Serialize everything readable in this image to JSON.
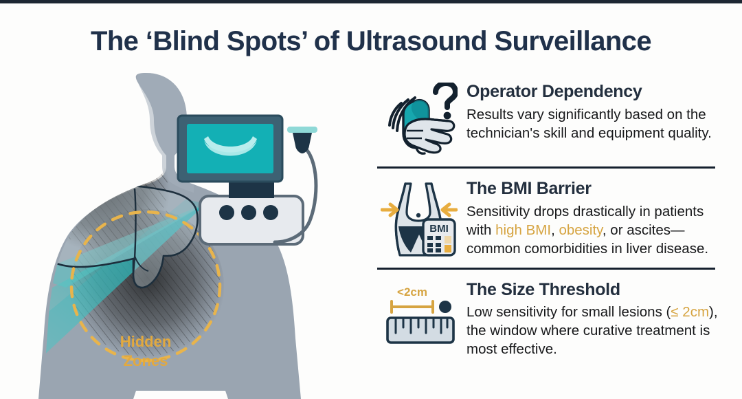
{
  "title": "The ‘Blind Spots’ of Ultrasound Surveillance",
  "colors": {
    "background": "#fdfdfc",
    "title": "#20314a",
    "heading": "#232f3e",
    "body_text": "#17181a",
    "highlight_gold": "#d6a441",
    "accent_teal": "#17a7ae",
    "deep_teal": "#0f8f97",
    "dark_navy": "#1d3446",
    "body_silhouette": "#9aa5b1",
    "divider": "#15202e"
  },
  "illustration": {
    "body_label": "patient-silhouette",
    "machine_label": "ultrasound-machine",
    "beam_label": "ultrasound-beam",
    "liver_label": "liver-outline",
    "hidden_zone_label_line1": "Hidden",
    "hidden_zone_label_line2": "Zones",
    "knob_count": 3
  },
  "sections": [
    {
      "id": "operator-dependency",
      "icon": "ultrasound-probe-hand-question-icon",
      "heading": "Operator Dependency",
      "body_parts": [
        {
          "text": "Results vary significantly based on the technician's skill and equipment quality.",
          "highlight": false
        }
      ]
    },
    {
      "id": "bmi-barrier",
      "icon": "bmi-torso-calculator-icon",
      "heading": "The BMI Barrier",
      "body_parts": [
        {
          "text": "Sensitivity drops drastically in patients with ",
          "highlight": false
        },
        {
          "text": "high BMI",
          "highlight": true
        },
        {
          "text": ", ",
          "highlight": false
        },
        {
          "text": "obesity",
          "highlight": true
        },
        {
          "text": ", or ascites—common comorbidities in liver disease.",
          "highlight": false
        }
      ]
    },
    {
      "id": "size-threshold",
      "icon": "ruler-lesion-icon",
      "heading": "The Size Threshold",
      "body_parts": [
        {
          "text": "Low sensitivity for small lesions (",
          "highlight": false
        },
        {
          "text": "≤ 2cm",
          "highlight": true
        },
        {
          "text": "), the window where curative treatment is most effective.",
          "highlight": false
        }
      ]
    }
  ],
  "icon_labels": {
    "bmi_badge": "BMI",
    "size_measure": "<2cm"
  }
}
